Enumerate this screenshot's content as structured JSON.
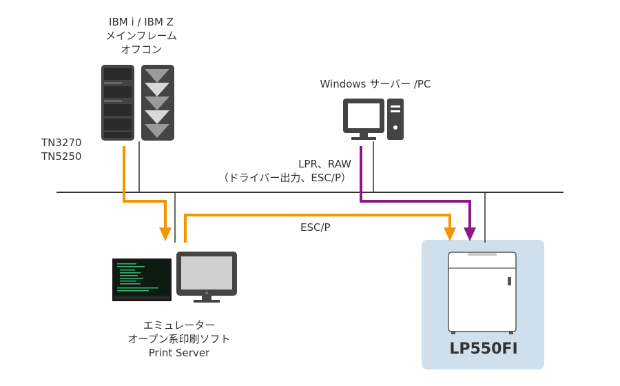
{
  "host_label": [
    "IBM i / IBM Z",
    "メインフレーム",
    "オフコン"
  ],
  "protocol_label": [
    "TN3270",
    "TN5250"
  ],
  "windows_label": "Windows サーバー /PC",
  "lpr_label": [
    "LPR、RAW",
    "（ドライバー出力、ESC/P）"
  ],
  "escp_label": "ESC/P",
  "emulator_label": [
    "エミュレーター",
    "オープン系印刷ソフト",
    "Print Server"
  ],
  "printer_name": "LP550FI",
  "colors": {
    "orange": "#f29600",
    "purple": "#8b1a89",
    "network": "#333333",
    "device_dark": "#444444",
    "printer_panel": "#cfe0ec",
    "terminal_green": "#3cb878"
  },
  "icons": [
    "server-rack-icon",
    "mainframe-icon",
    "desktop-pc-icon",
    "emulator-screen-icon",
    "monitor-icon",
    "printer-icon"
  ]
}
